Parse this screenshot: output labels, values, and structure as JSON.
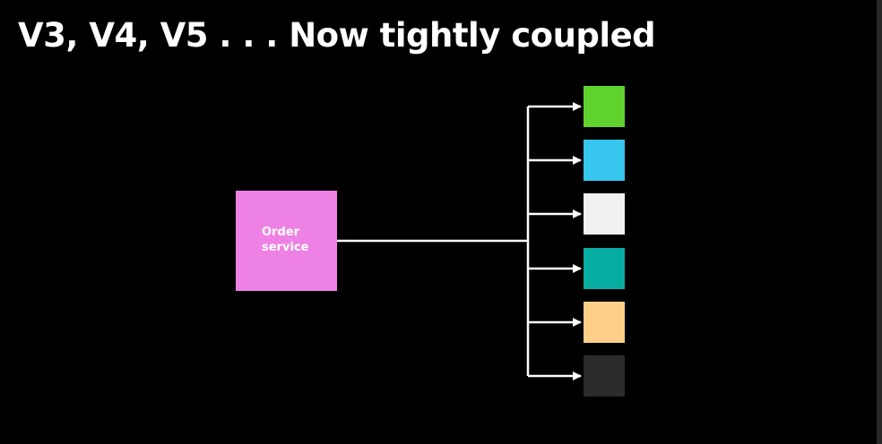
{
  "slide": {
    "title": "V3, V4, V5 . . . Now tightly coupled"
  },
  "service": {
    "label": "Order\nservice",
    "color": "#ee82e4"
  },
  "connector": {
    "color": "#ffffff"
  },
  "targets": [
    {
      "icon": "green-square",
      "color": "#5fd22e"
    },
    {
      "icon": "blue-square",
      "color": "#37c6ee"
    },
    {
      "icon": "white-square",
      "color": "#f0f1f2"
    },
    {
      "icon": "teal-square",
      "color": "#08ada1"
    },
    {
      "icon": "orange-square",
      "color": "#fecf88"
    },
    {
      "icon": "dark-square",
      "color": "#2b2b2b"
    }
  ]
}
